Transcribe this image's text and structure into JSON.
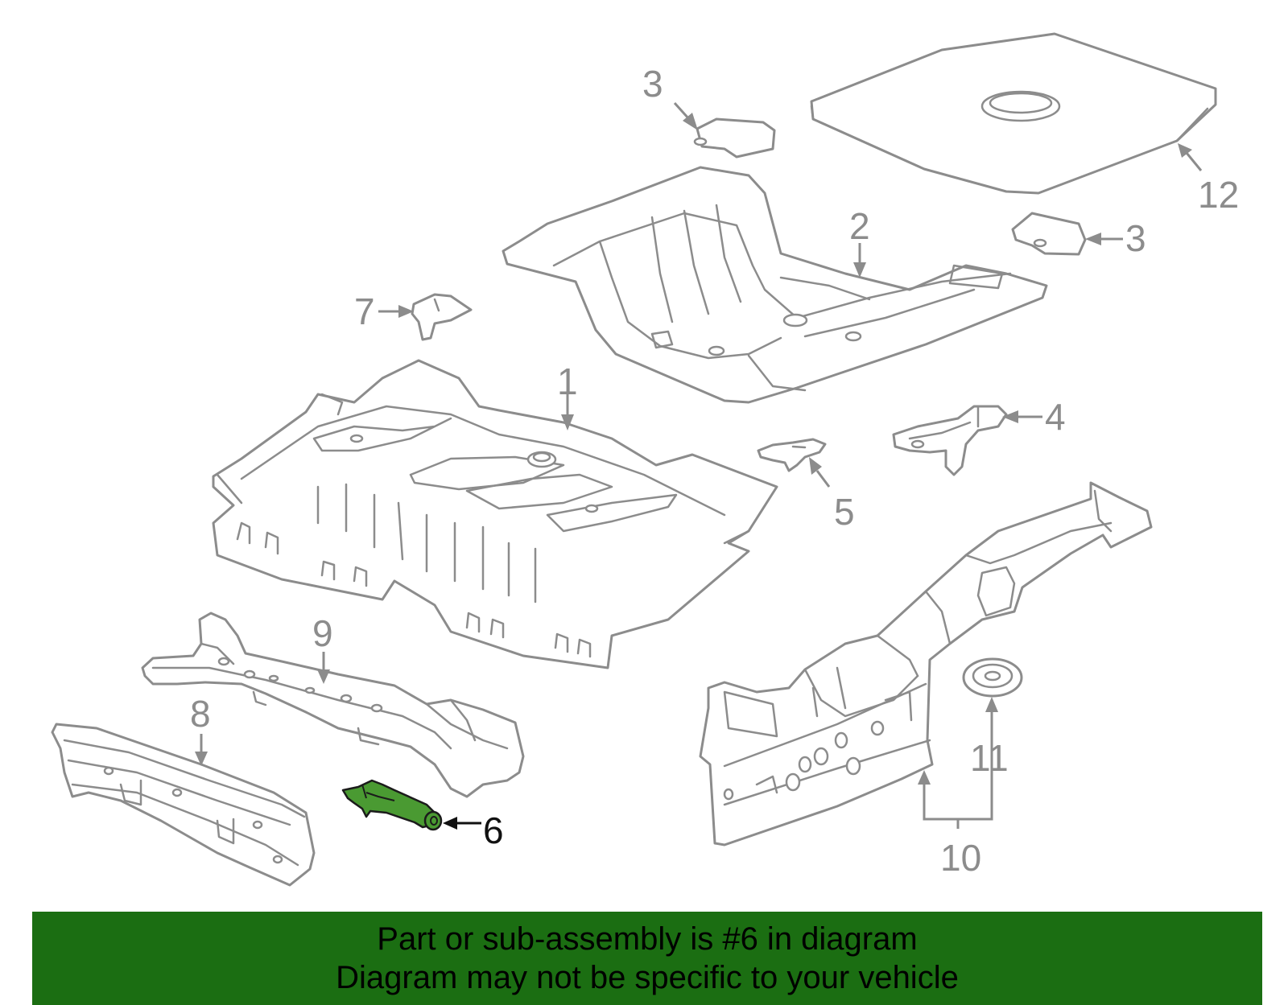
{
  "diagram": {
    "highlight_color": "#4a9a32",
    "callouts": [
      {
        "id": "c1",
        "label": "1"
      },
      {
        "id": "c2",
        "label": "2"
      },
      {
        "id": "c3a",
        "label": "3"
      },
      {
        "id": "c3b",
        "label": "3"
      },
      {
        "id": "c4",
        "label": "4"
      },
      {
        "id": "c5",
        "label": "5"
      },
      {
        "id": "c6",
        "label": "6",
        "highlighted": true
      },
      {
        "id": "c7",
        "label": "7"
      },
      {
        "id": "c8",
        "label": "8"
      },
      {
        "id": "c9",
        "label": "9"
      },
      {
        "id": "c10",
        "label": "10"
      },
      {
        "id": "c11",
        "label": "11"
      },
      {
        "id": "c12",
        "label": "12"
      }
    ]
  },
  "banner": {
    "color": "#1b6e12",
    "line1": "Part or sub-assembly is #6 in diagram",
    "line2": "Diagram may not be specific to your vehicle"
  }
}
